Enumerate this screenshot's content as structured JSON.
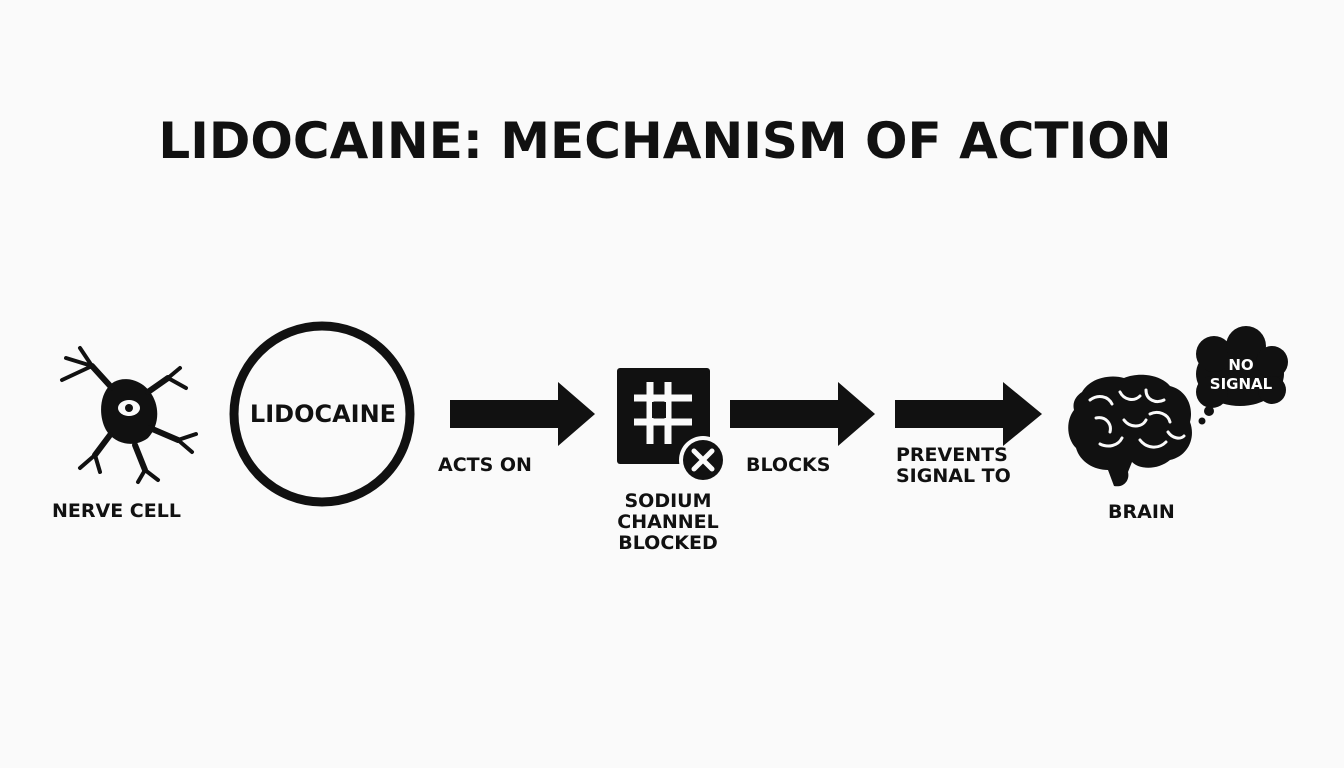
{
  "title": "LIDOCAINE: MECHANISM OF ACTION",
  "nodes": {
    "nerve_cell": {
      "label": "NERVE CELL",
      "icon": "nerve-cell-icon"
    },
    "lidocaine": {
      "label": "LIDOCAINE"
    },
    "sodium_channel": {
      "label_lines": [
        "SODIUM",
        "CHANNEL",
        "BLOCKED"
      ],
      "icon": "sodium-channel-icon",
      "badge_icon": "blocked-x-icon"
    },
    "brain": {
      "label": "BRAIN",
      "icon": "brain-icon",
      "thought_lines": [
        "NO",
        "SIGNAL"
      ]
    }
  },
  "edges": [
    {
      "label_lines": [
        "ACTS ON"
      ]
    },
    {
      "label_lines": [
        "BLOCKS"
      ]
    },
    {
      "label_lines": [
        "PREVENTS",
        "SIGNAL TO"
      ]
    }
  ],
  "colors": {
    "ink": "#111111",
    "background": "#fafafa"
  }
}
